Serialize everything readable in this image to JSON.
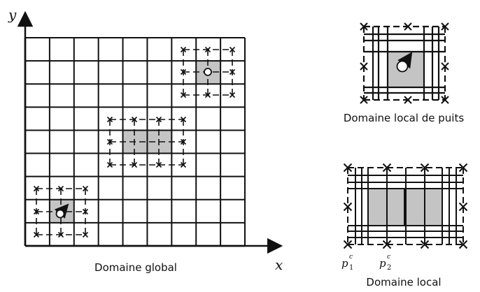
{
  "axes": {
    "x_label": "x",
    "y_label": "y"
  },
  "captions": {
    "global_domain": "Domaine global",
    "well_local_domain": "Domaine local de puits",
    "local_domain": "Domaine local"
  },
  "point_labels": {
    "p1": {
      "base": "p",
      "sub": "1",
      "sup": "c"
    },
    "p2": {
      "base": "p",
      "sub": "2",
      "sup": "c"
    }
  },
  "colors": {
    "line": "#111111",
    "shaded_cell": "#c4c4c4",
    "background": "#ffffff"
  },
  "icons": {
    "well_marker": "circle-with-arrow-icon",
    "well_point": "small-circle-icon",
    "boundary_marker": "cross-icon"
  },
  "global_grid": {
    "columns": 9,
    "rows": 9
  }
}
